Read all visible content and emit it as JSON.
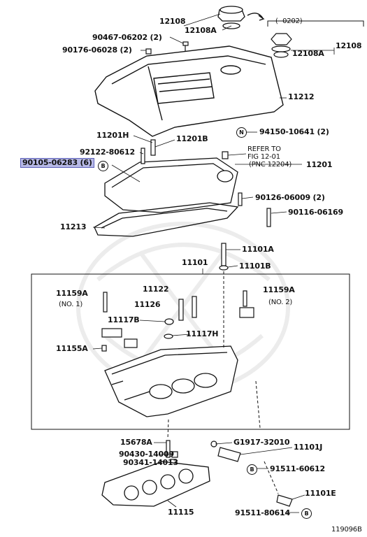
{
  "callouts": {
    "p12108": "12108",
    "p12108A_top": "12108A",
    "p90467": "90467-06202 (2)",
    "p90176": "90176-06028 (2)",
    "date_range": "( -0202)",
    "p12108_right": "12108",
    "p12108A_right": "12108A",
    "p11212": "11212",
    "p94150": "94150-10641 (2)",
    "p11201H": "11201H",
    "p11201B": "11201B",
    "p92122": "92122-80612",
    "p90105": "90105-06283 (6)",
    "refer_line1": "REFER TO",
    "refer_line2": "FIG 12-01",
    "refer_line3": "(PNC 12204)",
    "p11201": "11201",
    "p90126": "90126-06009 (2)",
    "p90116": "90116-06169",
    "p11213": "11213",
    "p11101A": "11101A",
    "p11101": "11101",
    "p11101B": "11101B",
    "p11159A_left": "11159A",
    "no1": "(NO. 1)",
    "p11122": "11122",
    "p11159A_right": "11159A",
    "no2": "(NO. 2)",
    "p11126": "11126",
    "p11117B": "11117B",
    "p11117H": "11117H",
    "p11155A": "11155A",
    "p15678A": "15678A",
    "pG1917": "G1917-32010",
    "p11101J": "11101J",
    "p90430": "90430-14009",
    "p90341": "90341-14013",
    "p91511_60612": "91511-60612",
    "p11101E": "11101E",
    "p11115": "11115",
    "p91511_80614": "91511-80614",
    "fig_id": "119096B"
  },
  "symbols": {
    "n": "N",
    "b": "B"
  },
  "highlight_color": "#b7b9e6"
}
